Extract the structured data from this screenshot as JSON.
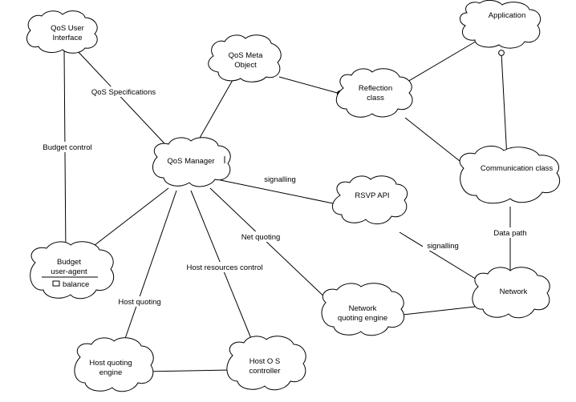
{
  "nodes": {
    "qos_user_interface": [
      "QoS User",
      "Interface"
    ],
    "qos_meta_object": [
      "QoS Meta",
      "Object"
    ],
    "application": [
      "Application"
    ],
    "reflection_class": [
      "Reflection",
      "class"
    ],
    "qos_manager": [
      "QoS Manager"
    ],
    "rsvp_api": [
      "RSVP API"
    ],
    "communication_class": [
      "Communication class"
    ],
    "budget_user_agent": [
      "Budget",
      "user-agent"
    ],
    "budget_balance": "balance",
    "network": [
      "Network"
    ],
    "network_quoting_engine": [
      "Network",
      "quoting engine"
    ],
    "host_quoting_engine": [
      "Host quoting",
      "engine"
    ],
    "host_os_controller": [
      "Host O S",
      "controller"
    ]
  },
  "edge_labels": {
    "qos_specifications": "QoS Specifications",
    "budget_control": "Budget control",
    "signalling_rsvp": "signalling",
    "net_quoting": "Net quoting",
    "host_resources_control": "Host resources control",
    "host_quoting": "Host quoting",
    "signalling_network": "signalling",
    "data_path": "Data path"
  }
}
